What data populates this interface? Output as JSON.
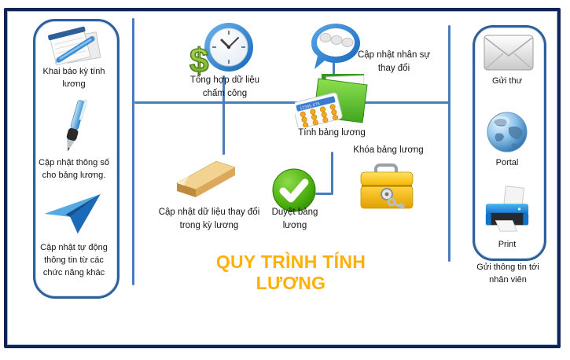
{
  "title": "QUY TRÌNH TÍNH LƯƠNG",
  "left_panel": {
    "items": [
      {
        "icon": "notepad-pen-icon",
        "label": "Khai báo kỳ tính lương"
      },
      {
        "icon": "pen-icon",
        "label": "Cập nhật thông số cho bảng lương."
      },
      {
        "icon": "paper-plane-icon",
        "label": "Cập nhật tự động thông tin từ các chức năng khác"
      }
    ]
  },
  "process": {
    "steps": [
      {
        "icon": "clock-dollar-icon",
        "label": "Tổng hợp dữ liệu chấm công"
      },
      {
        "icon": "chat-bubble-icon",
        "label": "Cập nhật nhân sự thay đổi"
      },
      {
        "icon": "folder-calculator-icon",
        "label": "Tính bảng lương"
      },
      {
        "icon": "cash-box-icon",
        "label": "Khóa bảng lương"
      },
      {
        "icon": "eraser-icon",
        "label": "Cập nhật dữ liệu thay đổi trong kỳ lương"
      },
      {
        "icon": "check-mark-icon",
        "label": "Duyệt bảng lương"
      }
    ]
  },
  "right_panel": {
    "items": [
      {
        "icon": "envelope-icon",
        "label": "Gửi thư"
      },
      {
        "icon": "globe-icon",
        "label": "Portal"
      },
      {
        "icon": "printer-icon",
        "label": "Print"
      }
    ],
    "caption": "Gửi thông tin tới nhân viên"
  },
  "colors": {
    "outer_border": "#0F2355",
    "panel_border": "#2D5F98",
    "connector": "#4A7EBB",
    "title": "#FFB000"
  }
}
